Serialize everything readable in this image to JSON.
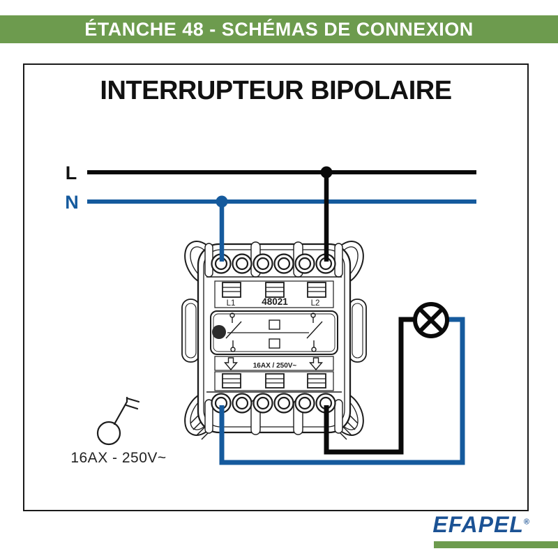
{
  "header": {
    "title": "ÉTANCHE 48 - SCHÉMAS DE CONNEXION",
    "bg_color": "#6d9b4e",
    "text_color": "#ffffff"
  },
  "diagram": {
    "title": "INTERRUPTEUR BIPOLAIRE",
    "wire_labels": {
      "line": "L",
      "neutral": "N"
    },
    "device": {
      "model": "48021",
      "terminal_left": "L1",
      "terminal_right": "L2",
      "rating_plate": "16AX / 250V~"
    },
    "rating_note": "16AX - 250V~",
    "colors": {
      "line_wire": "#0a0a0a",
      "neutral_wire": "#155a9d",
      "outline": "#1c1c1c"
    }
  },
  "footer": {
    "brand": "EFAPEL",
    "registered": "®",
    "brand_color": "#1b5294",
    "accent_color": "#6d9b4e"
  }
}
